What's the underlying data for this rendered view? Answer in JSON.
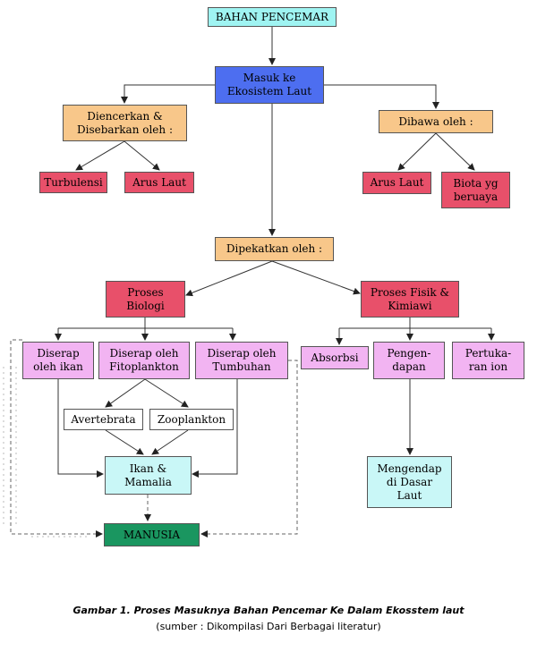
{
  "nodes": {
    "bahan": "BAHAN PENCEMAR",
    "masuk": "Masuk ke\nEkosistem Laut",
    "diencerkan": "Diencerkan &\nDisebarkan oleh :",
    "dibawa": "Dibawa oleh :",
    "turbulensi": "Turbulensi",
    "arus_laut_1": "Arus Laut",
    "arus_laut_2": "Arus Laut",
    "biota": "Biota yg\nberuaya",
    "dipekatkan": "Dipekatkan oleh :",
    "proses_biologi": "Proses\nBiologi",
    "proses_fisik": "Proses Fisik &\nKimiawi",
    "diserap_ikan": "Diserap\noleh ikan",
    "diserap_fito": "Diserap oleh\nFitoplankton",
    "diserap_tumbuhan": "Diserap oleh\nTumbuhan",
    "absorbsi": "Absorbsi",
    "pengendapan": "Pengen-\ndapan",
    "pertukaran": "Pertuka-\nran ion",
    "avertebrata": "Avertebrata",
    "zooplankton": "Zooplankton",
    "ikan_mamalia": "Ikan &\nMamalia",
    "mengendap": "Mengendap\ndi Dasar\nLaut",
    "manusia": "MANUSIA"
  },
  "caption": {
    "title": "Gambar 1. Proses Masuknya Bahan Pencemar Ke Dalam Ekosstem laut",
    "source": "(sumber : Dikompilasi Dari Berbagai literatur)"
  },
  "colors": {
    "cyan": "#9ff4f2",
    "blue": "#4d6ef0",
    "orange": "#f8c78a",
    "red": "#e8506a",
    "pink": "#f2b4f2",
    "light_cyan": "#c9f7f7",
    "green": "#1a9660"
  }
}
